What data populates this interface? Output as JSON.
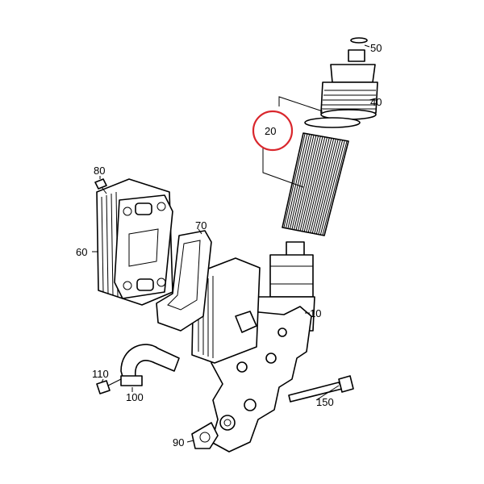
{
  "diagram": {
    "callouts": [
      {
        "id": "c50",
        "label": "50"
      },
      {
        "id": "c40",
        "label": "40"
      },
      {
        "id": "c20",
        "label": "20",
        "highlighted": true
      },
      {
        "id": "c80",
        "label": "80"
      },
      {
        "id": "c70",
        "label": "70"
      },
      {
        "id": "c60",
        "label": "60"
      },
      {
        "id": "c10",
        "label": "10"
      },
      {
        "id": "c110",
        "label": "110"
      },
      {
        "id": "c100",
        "label": "100"
      },
      {
        "id": "c150",
        "label": "150"
      },
      {
        "id": "c90",
        "label": "90"
      }
    ],
    "highlight_color": "#d9262c"
  }
}
